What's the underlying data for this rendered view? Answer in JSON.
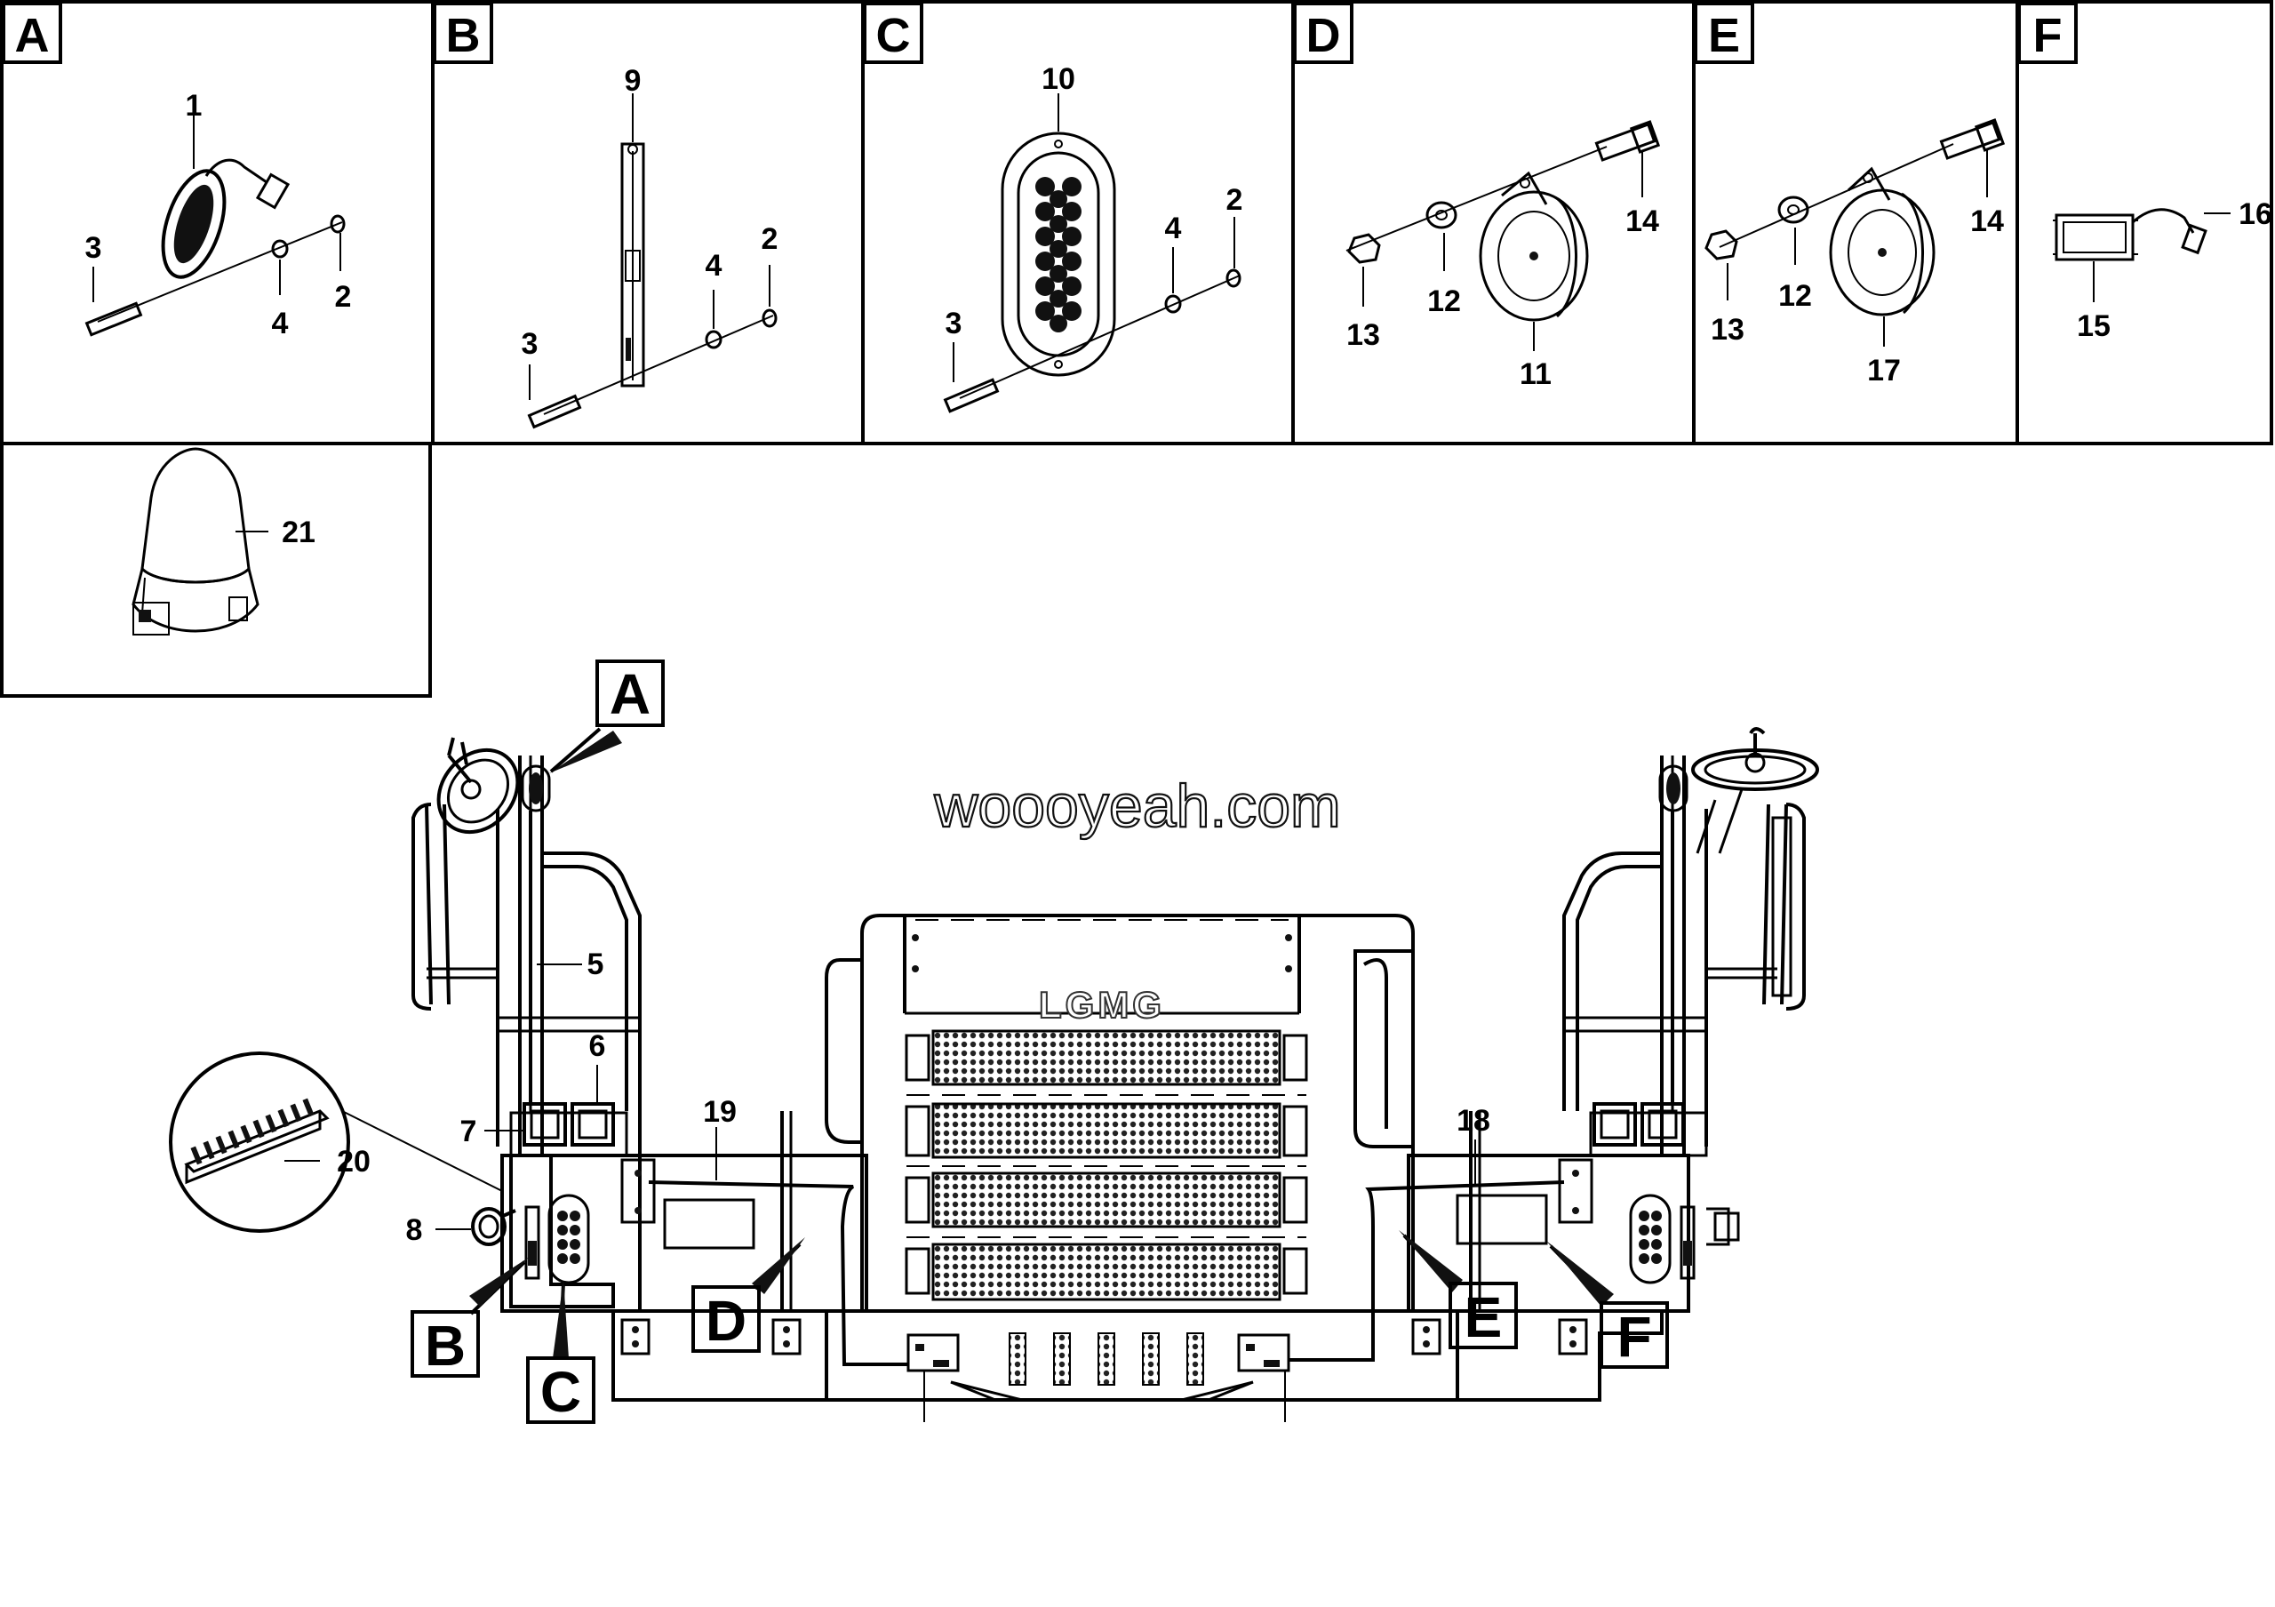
{
  "panels": {
    "A": {
      "letter": "A",
      "labels": [
        "1",
        "3",
        "4",
        "2"
      ]
    },
    "B": {
      "letter": "B",
      "labels": [
        "9",
        "3",
        "4",
        "2"
      ]
    },
    "C": {
      "letter": "C",
      "labels": [
        "10",
        "3",
        "4",
        "2"
      ]
    },
    "D": {
      "letter": "D",
      "labels": [
        "14",
        "13",
        "12",
        "11"
      ]
    },
    "E": {
      "letter": "E",
      "labels": [
        "14",
        "13",
        "12",
        "17"
      ]
    },
    "F": {
      "letter": "F",
      "labels": [
        "16",
        "15"
      ]
    },
    "G": {
      "labels": [
        "21"
      ]
    }
  },
  "main": {
    "watermark": "woooyeah.com",
    "brand": "LGMG",
    "callouts": [
      "5",
      "6",
      "7",
      "8",
      "19",
      "18",
      "20"
    ],
    "boxes": [
      "A",
      "B",
      "C",
      "D",
      "E",
      "F"
    ]
  }
}
